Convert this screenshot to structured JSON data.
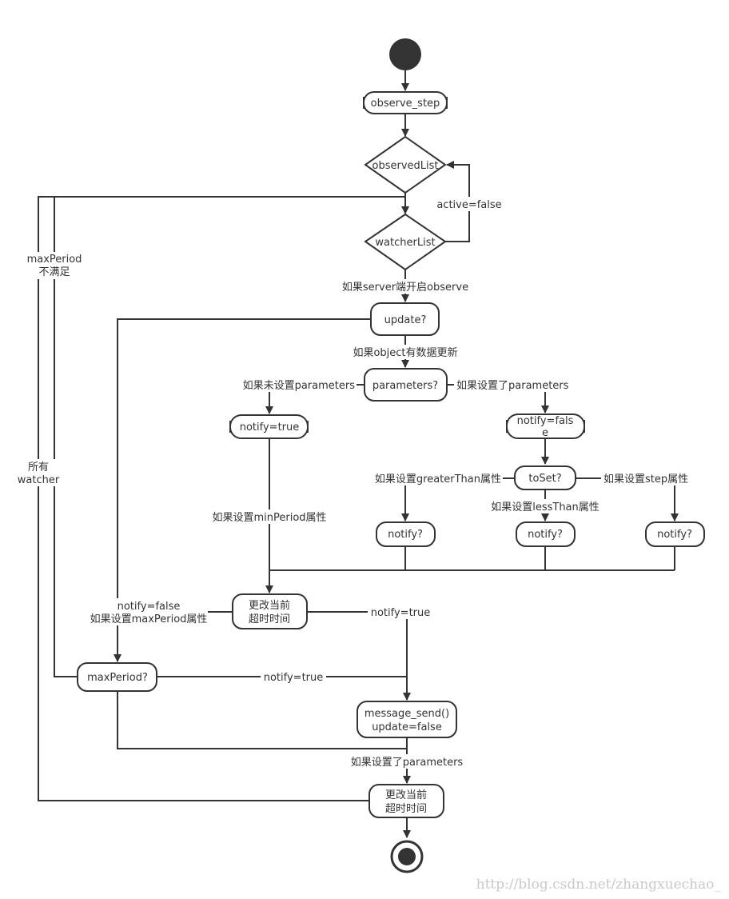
{
  "nodes": {
    "observe_step": "observe_step",
    "observed_list": "observedList",
    "watcher_list": "watcherList",
    "update": "update?",
    "parameters": "parameters?",
    "notify_true": "notify=true",
    "notify_false_1": "notify=fals",
    "notify_false_2": "e",
    "to_set": "toSet?",
    "notify_a": "notify?",
    "notify_b": "notify?",
    "notify_c": "notify?",
    "reset_timeout_1_line1": "更改当前",
    "reset_timeout_1_line2": "超时时间",
    "max_period": "maxPeriod?",
    "message_send_line1": "message_send()",
    "message_send_line2": "update=false",
    "reset_timeout_2_line1": "更改当前",
    "reset_timeout_2_line2": "超时时间"
  },
  "labels": {
    "active_false": "active=false",
    "max_period_unmet_1": "maxPeriod",
    "max_period_unmet_2": "不满足",
    "all_watcher_1": "所有",
    "all_watcher_2": "watcher",
    "server_observe": "如果server端开启observe",
    "object_updated": "如果object有数据更新",
    "no_parameters": "如果未设置parameters",
    "has_parameters": "如果设置了parameters",
    "greater_than": "如果设置greaterThan属性",
    "less_than": "如果设置lessThan属性",
    "step_attr": "如果设置step属性",
    "min_period": "如果设置minPeriod属性",
    "notify_false_label": "notify=false",
    "max_period_attr": "如果设置maxPeriod属性",
    "notify_true_label_1": "notify=true",
    "notify_true_label_2": "notify=true",
    "has_parameters_2": "如果设置了parameters"
  },
  "watermark": "http://blog.csdn.net/zhangxuechao_"
}
